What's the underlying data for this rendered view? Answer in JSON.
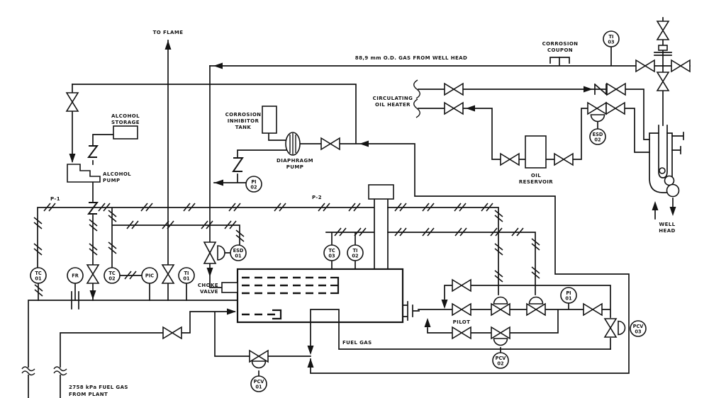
{
  "labels": {
    "to_flame": "TO FLAME",
    "gas_line": "88,9 mm O.D. GAS FROM WELL HEAD",
    "corrosion_coupon": [
      "CORROSION",
      "COUPON"
    ],
    "circulating_oil_heater": [
      "CIRCULATING",
      "OIL HEATER"
    ],
    "oil_reservoir": [
      "OIL",
      "RESERVOIR"
    ],
    "well_head": [
      "WELL",
      "HEAD"
    ],
    "alcohol_storage": [
      "ALCOHOL",
      "STORAGE"
    ],
    "alcohol_pump": [
      "ALCOHOL",
      "PUMP"
    ],
    "corrosion_inhibitor_tank": [
      "CORROSION",
      "INHIBITOR",
      "TANK"
    ],
    "diaphragm_pump": [
      "DIAPHRAGM",
      "PUMP"
    ],
    "p1": "P-1",
    "p2": "P-2",
    "choke_valve": [
      "CHOKE",
      "VALVE"
    ],
    "pilot": "PILOT",
    "fuel_gas": "FUEL GAS",
    "fuel_from_plant": [
      "2758 kPa FUEL GAS",
      "FROM PLANT"
    ]
  },
  "instruments": {
    "tc01": {
      "l1": "TC",
      "l2": "01"
    },
    "fr": {
      "l1": "FR"
    },
    "tc02": {
      "l1": "TC",
      "l2": "02"
    },
    "pic": {
      "l1": "PIC"
    },
    "ti01": {
      "l1": "TI",
      "l2": "01"
    },
    "tc03": {
      "l1": "TC",
      "l2": "03"
    },
    "ti02": {
      "l1": "TI",
      "l2": "02"
    },
    "ti03": {
      "l1": "TI",
      "l2": "03"
    },
    "pi01": {
      "l1": "PI",
      "l2": "01"
    },
    "pi02": {
      "l1": "PI",
      "l2": "02"
    },
    "esd01": {
      "l1": "ESD",
      "l2": "01"
    },
    "esd02": {
      "l1": "ESD",
      "l2": "02"
    },
    "pcv01": {
      "l1": "PCV",
      "l2": "01"
    },
    "pcv02": {
      "l1": "PCV",
      "l2": "02"
    },
    "pcv03": {
      "l1": "PCV",
      "l2": "03"
    }
  },
  "colors": {
    "line": "#141414",
    "background": "#ffffff"
  }
}
